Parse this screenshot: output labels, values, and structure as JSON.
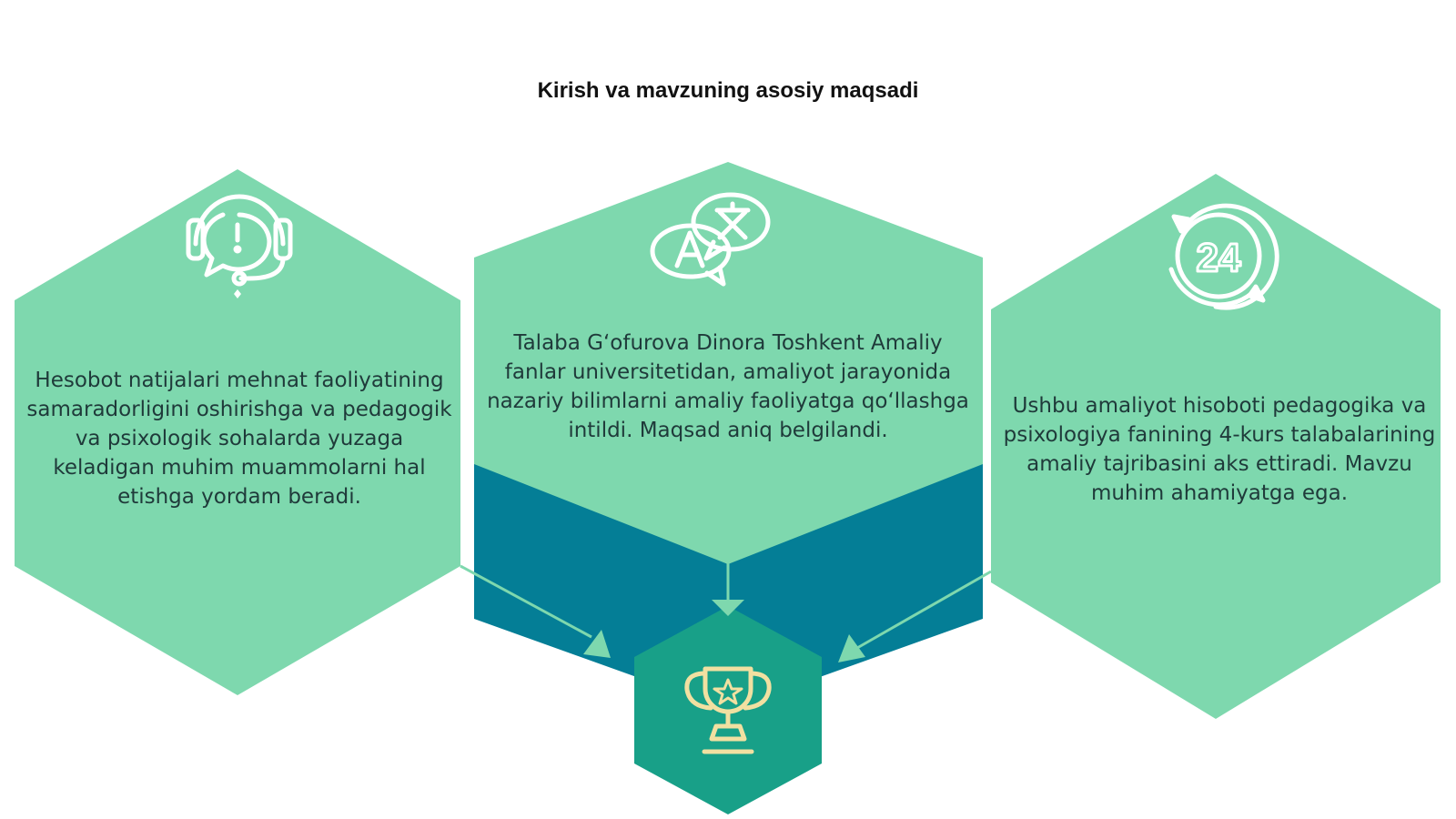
{
  "title": "Kirish va mavzuning asosiy maqsadi",
  "colors": {
    "hex_light": "#7ED8AE",
    "hex_dark": "#047E96",
    "hex_center": "#18A088",
    "arrow": "#7ED8AE",
    "icon_white": "#FFFFFF",
    "icon_gold": "#F1E0A1",
    "text": "#1F3A3A"
  },
  "nodes": {
    "left": {
      "icon": "headset-support-icon",
      "text": "Hesobot natijalari mehnat faoliyatining samaradorligini oshirishga va pedagogik va psixologik sohalarda yuzaga keladigan muhim muammolarni hal etishga yordam beradi."
    },
    "center": {
      "icon": "translate-speech-icon",
      "text": "Talaba Gʻofurova Dinora Toshkent Amaliy fanlar universitetidan, amaliyot jarayonida nazariy bilimlarni amaliy faoliyatga qoʻllashga intildi. Maqsad aniq belgilandi."
    },
    "right": {
      "icon": "24-hours-icon",
      "text": "Ushbu amaliyot hisoboti pedagogika va psixologiya fanining 4-kurs talabalarining amaliy tajribasini aks ettiradi. Mavzu muhim ahamiyatga ega.",
      "icon_label": "24"
    },
    "goal": {
      "icon": "trophy-icon"
    }
  }
}
